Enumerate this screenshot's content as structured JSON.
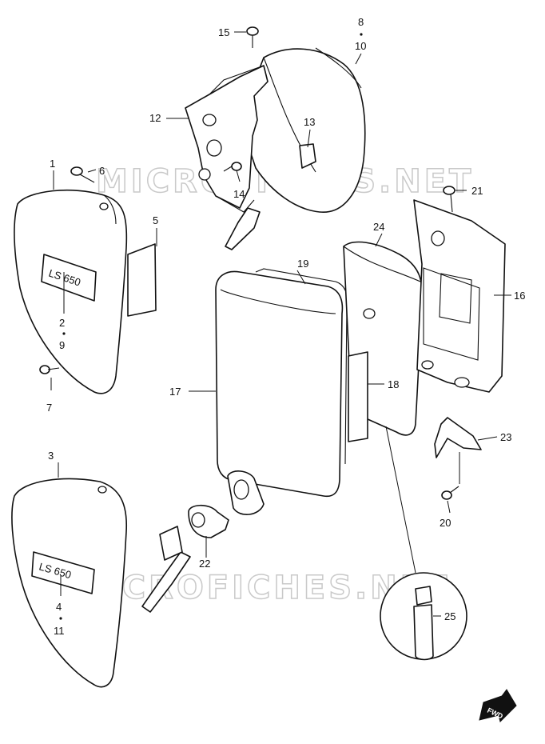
{
  "watermark": "MICROFICHES.NET",
  "fwd_label": "FWD",
  "emblem_text": "LS 650",
  "callouts": {
    "c1": "1",
    "c2": "2",
    "c3": "3",
    "c4": "4",
    "c5": "5",
    "c6": "6",
    "c7": "7",
    "c8": "8",
    "c9": "9",
    "c10": "10",
    "c11": "11",
    "c12": "12",
    "c13": "13",
    "c14": "14",
    "c15": "15",
    "c16": "16",
    "c17": "17",
    "c18": "18",
    "c19": "19",
    "c20": "20",
    "c21": "21",
    "c22": "22",
    "c23": "23",
    "c24": "24",
    "c25": "25"
  }
}
